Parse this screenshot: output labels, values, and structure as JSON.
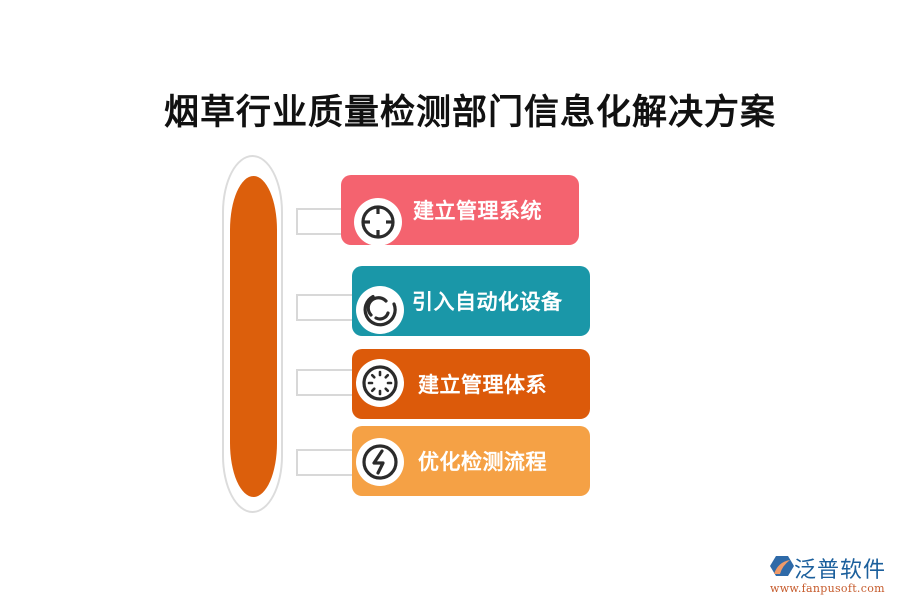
{
  "title": "烟草行业质量检测部门信息化解决方案",
  "colors": {
    "pill_fill": "#dc5f0c",
    "pill_outline": "#dcdcdc",
    "connector_border": "#d8d8d8",
    "card_1": "#f4636f",
    "card_2": "#1a97a8",
    "card_3": "#dc5a0a",
    "card_4": "#f5a145",
    "icon_stroke": "#2b2b2b"
  },
  "items": [
    {
      "label": "建立管理系统",
      "icon": "crosshair-icon"
    },
    {
      "label": "引入自动化设备",
      "icon": "spiral-loading-icon"
    },
    {
      "label": "建立管理体系",
      "icon": "dotted-spinner-icon"
    },
    {
      "label": "优化检测流程",
      "icon": "lightning-bolt-icon"
    }
  ],
  "brand": {
    "name": "泛普软件",
    "url": "www.fanpusoft.com"
  }
}
